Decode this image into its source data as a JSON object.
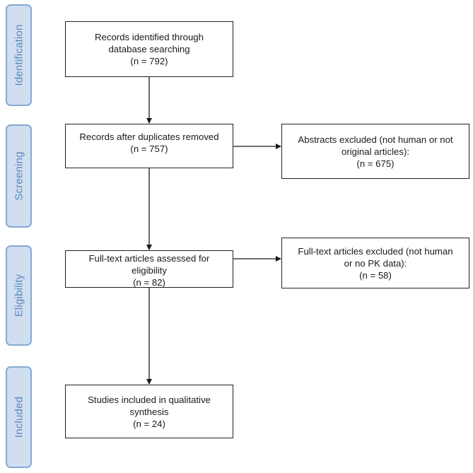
{
  "stages": {
    "identification": "Identification",
    "screening": "Screening",
    "eligibility": "Eligibility",
    "included": "Included"
  },
  "boxes": {
    "identified": {
      "line1": "Records identified through",
      "line2": "database searching",
      "count": "(n = 792)"
    },
    "after_duplicates": {
      "line1": "Records after duplicates removed",
      "count": "(n = 757)"
    },
    "abstracts_excluded": {
      "line1": "Abstracts excluded (not human or not",
      "line2": "original articles):",
      "count": "(n = 675)"
    },
    "full_text_assessed": {
      "line1": "Full-text articles assessed for",
      "line2": "eligibility",
      "count": "(n = 82)"
    },
    "full_text_excluded": {
      "line1": "Full-text articles excluded (not human",
      "line2": "or no PK data):",
      "count": "(n = 58)"
    },
    "included": {
      "line1": "Studies included in qualitative",
      "line2": "synthesis",
      "count": "(n = 24)"
    }
  }
}
